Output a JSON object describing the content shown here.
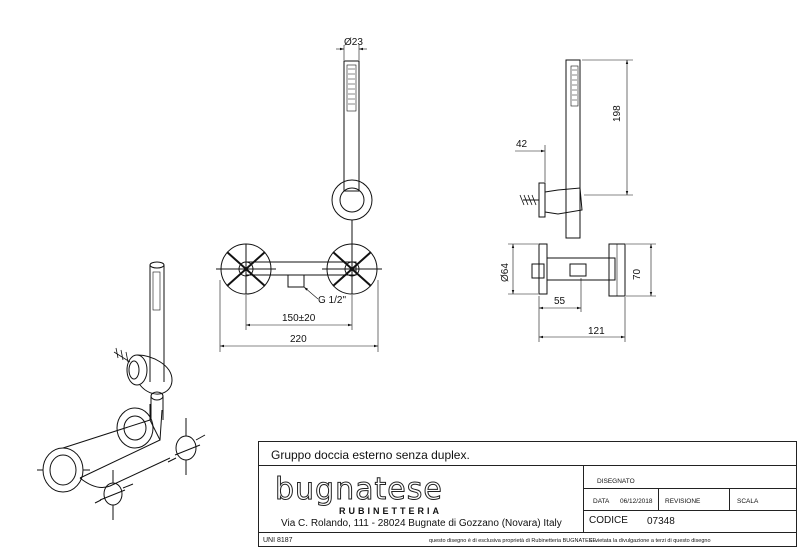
{
  "dimensions": {
    "hand_shower_diameter": "Ø23",
    "pipe_thread": "G 1/2\"",
    "center_distance": "150±20",
    "overall_width": "220",
    "wall_offset": "42",
    "shower_height": "198",
    "flange_diameter": "Ø64",
    "body_height": "70",
    "handle_depth": "55",
    "overall_depth": "121"
  },
  "title_block": {
    "title": "Gruppo doccia esterno senza duplex.",
    "brand": "bugnatese",
    "brand_subtitle": "RUBINETTERIA",
    "address": "Via C. Rolando, 111 - 28024 Bugnate di Gozzano (Novara) Italy",
    "standard": "UNI 8187",
    "note_left": "questo disegno è di esclusiva proprietà di Rubinetteria BUGNATESE.",
    "note_right": "E' vietata la divulgazione a terzi di questo disegno",
    "disegnato_label": "DISEGNATO",
    "data_label": "DATA",
    "data_value": "06/12/2018",
    "revisione_label": "REVISIONE",
    "scala_label": "SCALA",
    "codice_label": "CODICE",
    "codice_value": "07348"
  }
}
